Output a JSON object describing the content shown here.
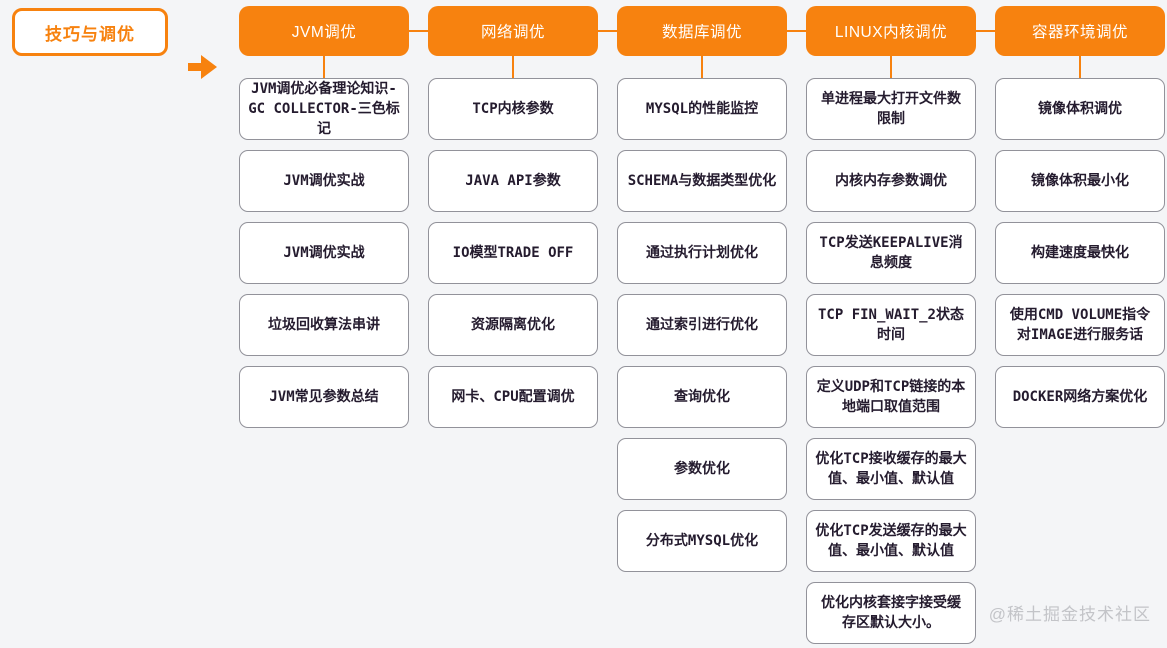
{
  "root": {
    "label": "技巧与调优"
  },
  "watermark": "@稀土掘金技术社区",
  "colors": {
    "accent": "#f7820f",
    "node_border": "#92929a",
    "node_text": "#241b2e",
    "background": "#f4f5f7",
    "watermark_text": "#c3c4c8"
  },
  "columns": [
    {
      "title": "JVM调优",
      "items": [
        "JVM调优必备理论知识-GC COLLECTOR-三色标记",
        "JVM调优实战",
        "JVM调优实战",
        "垃圾回收算法串讲",
        "JVM常见参数总结"
      ]
    },
    {
      "title": "网络调优",
      "items": [
        "TCP内核参数",
        "JAVA API参数",
        "IO模型TRADE OFF",
        "资源隔离优化",
        "网卡、CPU配置调优"
      ]
    },
    {
      "title": "数据库调优",
      "items": [
        "MYSQL的性能监控",
        "SCHEMA与数据类型优化",
        "通过执行计划优化",
        "通过索引进行优化",
        "查询优化",
        "参数优化",
        "分布式MYSQL优化"
      ]
    },
    {
      "title": "LINUX内核调优",
      "items": [
        "单进程最大打开文件数限制",
        "内核内存参数调优",
        "TCP发送KEEPALIVE消息频度",
        "TCP FIN_WAIT_2状态时间",
        "定义UDP和TCP链接的本地端口取值范围",
        "优化TCP接收缓存的最大值、最小值、默认值",
        "优化TCP发送缓存的最大值、最小值、默认值",
        "优化内核套接字接受缓存区默认大小。"
      ]
    },
    {
      "title": "容器环境调优",
      "items": [
        "镜像体积调优",
        "镜像体积最小化",
        "构建速度最快化",
        "使用CMD VOLUME指令对IMAGE进行服务话",
        "DOCKER网络方案优化"
      ]
    }
  ]
}
